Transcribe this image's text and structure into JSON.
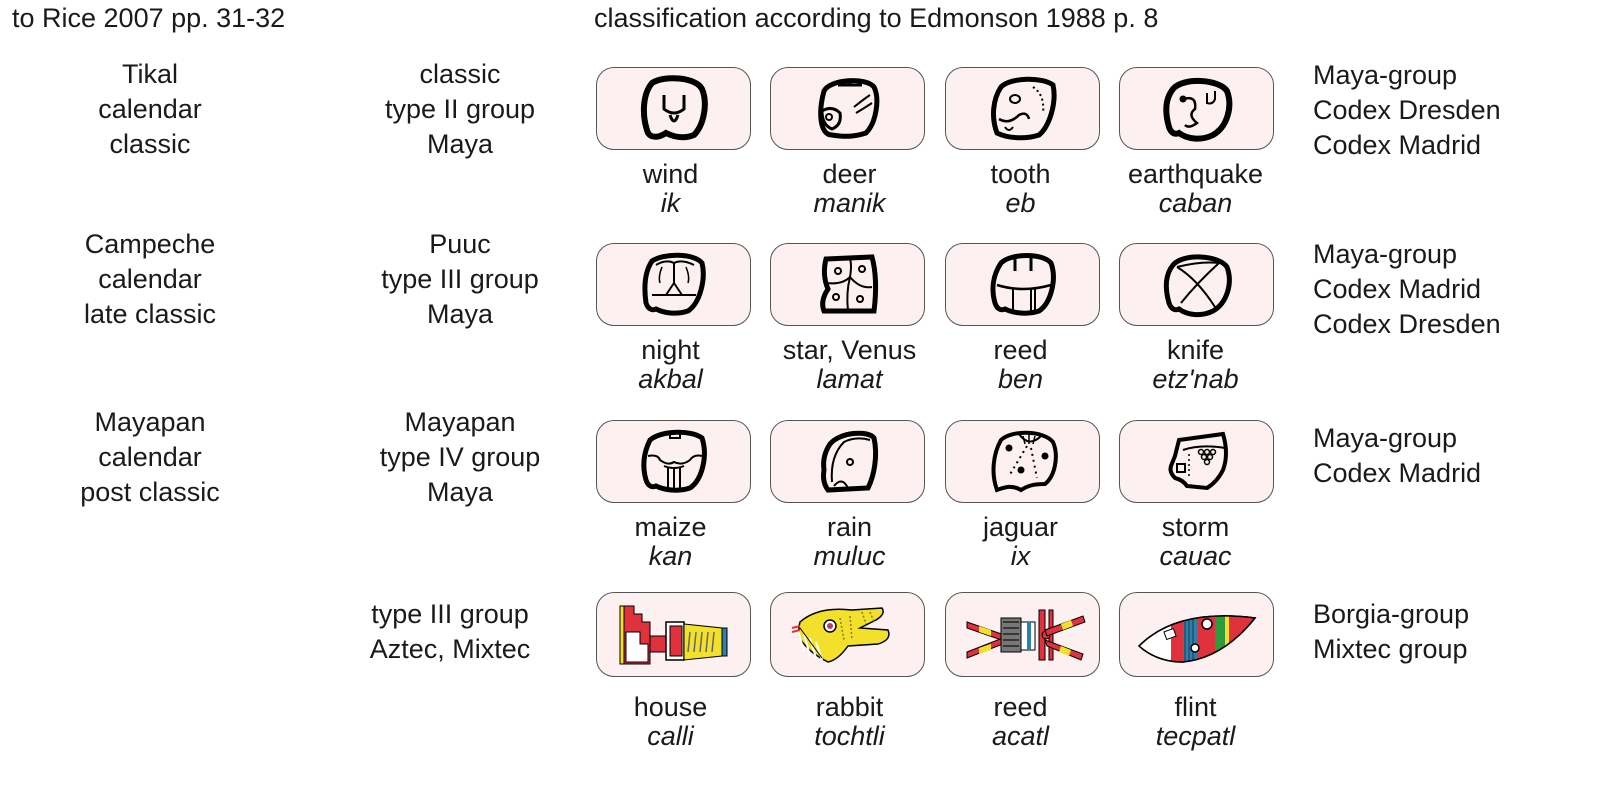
{
  "header": {
    "left_citation": "to Rice 2007 pp. 31-32",
    "right_citation": "classification according to Edmonson 1988 p. 8"
  },
  "rows": [
    {
      "calendar": [
        "Tikal",
        "calendar",
        "classic"
      ],
      "type": [
        "classic",
        "type II group",
        "Maya"
      ],
      "codices": [
        "Maya-group",
        "Codex Dresden",
        "Codex Madrid"
      ],
      "glyphs": [
        {
          "english": "wind",
          "native": "ik",
          "icon": "ik-glyph-icon"
        },
        {
          "english": "deer",
          "native": "manik",
          "icon": "manik-glyph-icon"
        },
        {
          "english": "tooth",
          "native": "eb",
          "icon": "eb-glyph-icon"
        },
        {
          "english": "earthquake",
          "native": "caban",
          "icon": "caban-glyph-icon"
        }
      ]
    },
    {
      "calendar": [
        "Campeche",
        "calendar",
        "late classic"
      ],
      "type": [
        "Puuc",
        "type III group",
        "Maya"
      ],
      "codices": [
        "Maya-group",
        "Codex Madrid",
        "Codex Dresden"
      ],
      "glyphs": [
        {
          "english": "night",
          "native": "akbal",
          "icon": "akbal-glyph-icon"
        },
        {
          "english": "star, Venus",
          "native": "lamat",
          "icon": "lamat-glyph-icon"
        },
        {
          "english": "reed",
          "native": "ben",
          "icon": "ben-glyph-icon"
        },
        {
          "english": "knife",
          "native": "etz'nab",
          "icon": "etznab-glyph-icon"
        }
      ]
    },
    {
      "calendar": [
        "Mayapan",
        "calendar",
        "post classic"
      ],
      "type": [
        "Mayapan",
        "type IV group",
        "Maya"
      ],
      "codices": [
        "Maya-group",
        "Codex Madrid"
      ],
      "glyphs": [
        {
          "english": "maize",
          "native": "kan",
          "icon": "kan-glyph-icon"
        },
        {
          "english": "rain",
          "native": "muluc",
          "icon": "muluc-glyph-icon"
        },
        {
          "english": "jaguar",
          "native": "ix",
          "icon": "ix-glyph-icon"
        },
        {
          "english": "storm",
          "native": "cauac",
          "icon": "cauac-glyph-icon"
        }
      ]
    },
    {
      "calendar": [],
      "type": [
        "type III group",
        "Aztec, Mixtec"
      ],
      "codices": [
        "Borgia-group",
        "Mixtec group"
      ],
      "glyphs": [
        {
          "english": "house",
          "native": "calli",
          "icon": "calli-glyph-icon"
        },
        {
          "english": "rabbit",
          "native": "tochtli",
          "icon": "tochtli-glyph-icon"
        },
        {
          "english": "reed",
          "native": "acatl",
          "icon": "acatl-glyph-icon"
        },
        {
          "english": "flint",
          "native": "tecpatl",
          "icon": "tecpatl-glyph-icon"
        }
      ]
    }
  ],
  "colors": {
    "tile_fill": "#fdf0f0",
    "tile_border": "#555555",
    "aztec_red": "#e0323c",
    "aztec_yellow": "#f2e02a",
    "aztec_blue": "#2f7fa8",
    "aztec_green": "#2e9a3c"
  }
}
